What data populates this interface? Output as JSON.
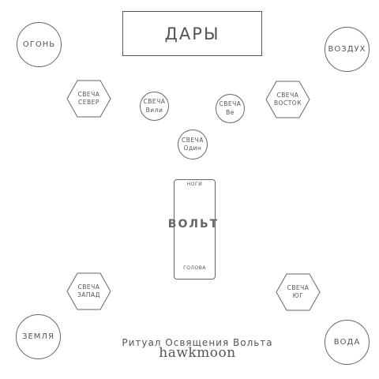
{
  "gifts": "ДАРЫ",
  "elements": {
    "fire": "ОГОНЬ",
    "air": "ВОЗДУХ",
    "earth": "ЗЕМЛЯ",
    "water": "ВОДА"
  },
  "candles": {
    "north": [
      "СВЕЧА",
      "СЕВЕР"
    ],
    "east": [
      "СВЕЧА",
      "ВОСТОК"
    ],
    "west": [
      "СВЕЧА",
      "ЗАПАД"
    ],
    "south": [
      "СВЕЧА",
      "ЮГ"
    ],
    "vili": [
      "СВЕЧА",
      "Вили"
    ],
    "ve": [
      "СВЕЧА",
      "Ве"
    ],
    "odin": [
      "СВЕЧА",
      "Один"
    ]
  },
  "volt": {
    "feet": "НОГИ",
    "name": "ВОЛЬТ",
    "head": "ГОЛОВА"
  },
  "title": "Ритуал Освящения Вольта",
  "author": "hawkmoon"
}
